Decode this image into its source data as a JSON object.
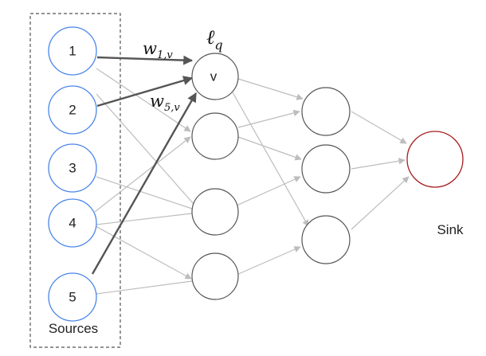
{
  "sources_label": "Sources",
  "sink_label": "Sink",
  "layer_label": {
    "base": "ℓ",
    "sub": "q"
  },
  "weights": [
    {
      "base": "w",
      "sub": "1,v"
    },
    {
      "base": "w",
      "sub": "5,v"
    }
  ],
  "source_nodes": [
    "1",
    "2",
    "3",
    "4",
    "5"
  ],
  "target_node": "v",
  "colors": {
    "source_stroke": "#4a86e8",
    "sink_stroke": "#a61c1c",
    "node_stroke": "#555555",
    "edge": "#bdbdbd",
    "highlight_edge": "#555555",
    "box_border": "#555555"
  }
}
